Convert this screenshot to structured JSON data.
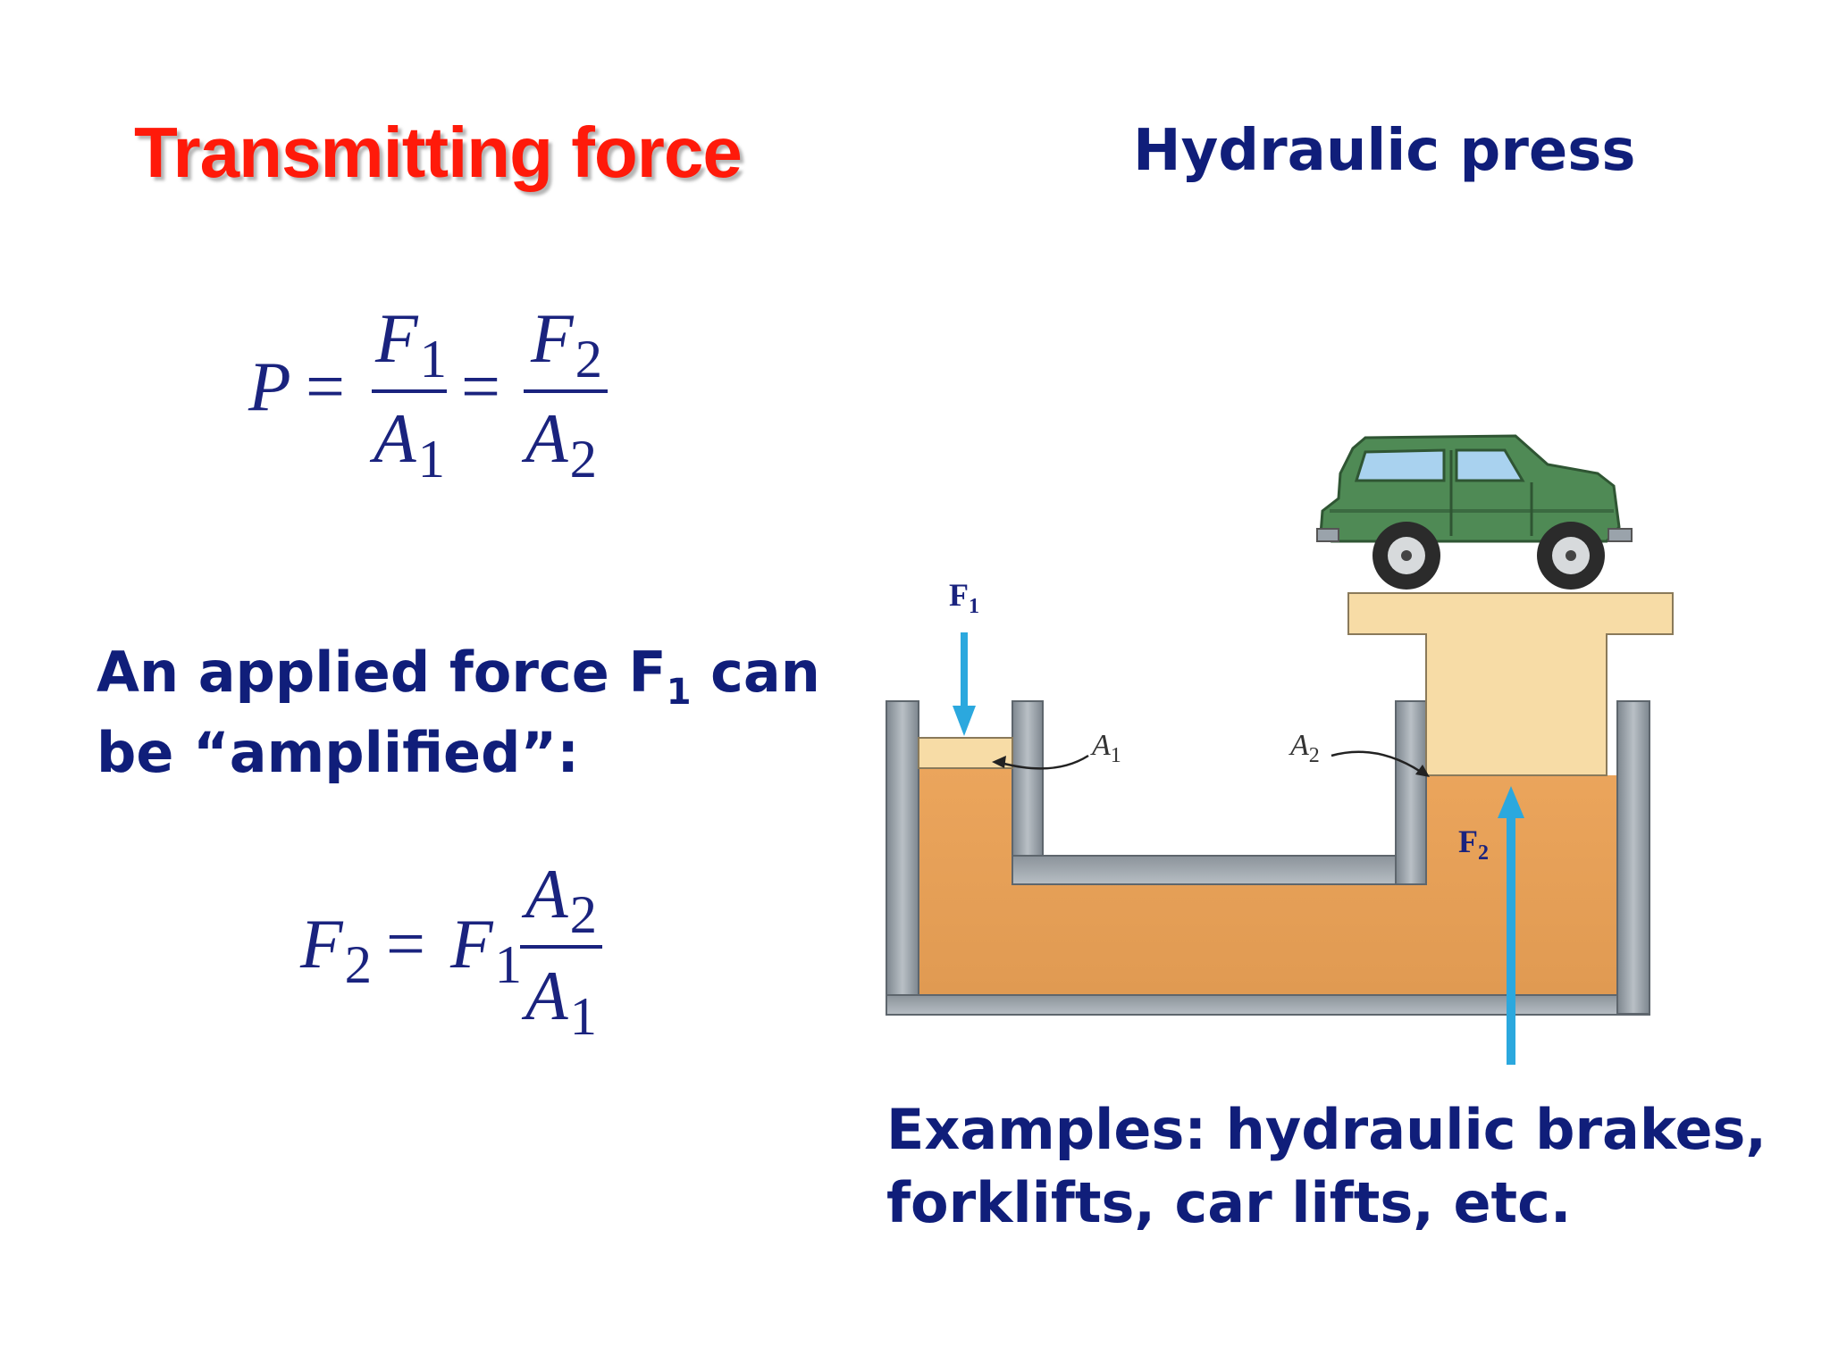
{
  "slide": {
    "title": "Transmitting force",
    "subtitle": "Hydraulic press",
    "equation1": {
      "lhs": "P",
      "eq": "=",
      "num1_symbol": "F",
      "num1_sub": "1",
      "den1_symbol": "A",
      "den1_sub": "1",
      "num2_symbol": "F",
      "num2_sub": "2",
      "den2_symbol": "A",
      "den2_sub": "2"
    },
    "amplify_text": {
      "line1_prefix": "An applied force F",
      "line1_sub": "1",
      "line1_suffix": " can",
      "line2": "be “amplified”:"
    },
    "equation2": {
      "lhs_symbol": "F",
      "lhs_sub": "2",
      "eq": "=",
      "factor_symbol": "F",
      "factor_sub": "1",
      "num_symbol": "A",
      "num_sub": "2",
      "den_symbol": "A",
      "den_sub": "1"
    },
    "examples": {
      "line1": "Examples: hydraulic brakes,",
      "line2": "forklifts, car lifts, etc."
    }
  },
  "diagram": {
    "labels": {
      "F1": "F",
      "F1_sub": "1",
      "F2": "F",
      "F2_sub": "2",
      "A1": "A",
      "A1_sub": "1",
      "A2": "A",
      "A2_sub": "2"
    },
    "colors": {
      "fluid": "#e8a159",
      "piston": "#f7dca6",
      "container": "#9aa3ab",
      "container_dark": "#5e666d",
      "arrow": "#2ba8de",
      "car_body": "#4f8a55",
      "car_window": "#a9d2ef",
      "text": "#1a237e",
      "title": "#ff1a0a"
    }
  }
}
